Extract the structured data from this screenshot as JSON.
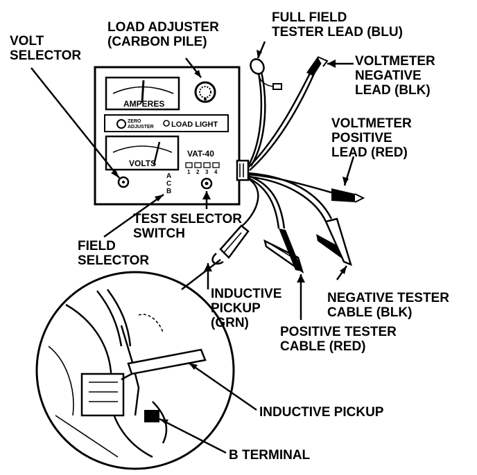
{
  "labels": {
    "load_adjuster": [
      "LOAD ADJUSTER",
      "(CARBON PILE)"
    ],
    "full_field": [
      "FULL FIELD",
      "TESTER LEAD (BLU)"
    ],
    "volt_selector": [
      "VOLT",
      "SELECTOR"
    ],
    "voltmeter_negative": [
      "VOLTMETER",
      "NEGATIVE",
      "LEAD (BLK)"
    ],
    "voltmeter_positive": [
      "VOLTMETER",
      "POSITIVE",
      "LEAD (RED)"
    ],
    "test_selector": [
      "TEST SELECTOR",
      "SWITCH"
    ],
    "field_selector": [
      "FIELD",
      "SELECTOR"
    ],
    "inductive_pickup_grn": [
      "INDUCTIVE",
      "PICKUP",
      "(GRN)"
    ],
    "negative_tester": [
      "NEGATIVE TESTER",
      "CABLE (BLK)"
    ],
    "positive_tester": [
      "POSITIVE TESTER",
      "CABLE (RED)"
    ],
    "inductive_pickup": "INDUCTIVE PICKUP",
    "b_terminal": "B TERMINAL"
  },
  "instrument": {
    "amperes": "AMPERES",
    "volts": "VOLTS",
    "zero": "ZERO",
    "adjuster": "ADJUSTER",
    "load_light": "LOAD LIGHT",
    "model": "VAT-40",
    "switch_positions": [
      "1",
      "2",
      "3",
      "4"
    ],
    "field_letters": [
      "A",
      "C",
      "B"
    ]
  }
}
